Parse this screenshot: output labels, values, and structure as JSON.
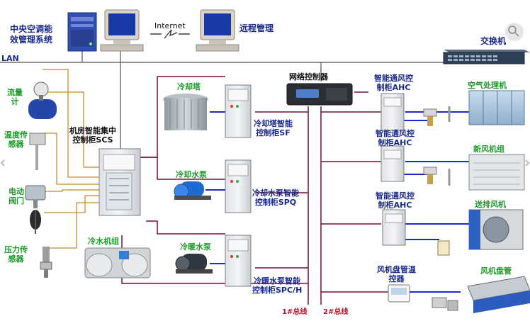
{
  "labels": {
    "central_system": "中央空调能\n效管理系统",
    "internet": "Internet",
    "remote": "远程管理",
    "switch": "交换机",
    "lan": "LAN",
    "flow_meter": "流量\n计",
    "temp_sensor": "温度传\n感器",
    "electric_valve": "电动\n阀门",
    "pressure_sensor": "压力传\n感器",
    "scs": "机房智能集中\n控制柜SCS",
    "cooling_tower": "冷却塔",
    "sf": "冷却塔智能\n控制柜SF",
    "cooling_pump": "冷却水泵",
    "spq": "冷却水泵智能\n控制柜SPQ",
    "chiller": "冷水机组",
    "chilled_pump": "冷暖水泵",
    "spc": "冷暖水泵智能\n控制柜SPC/H",
    "net_controller": "网络控制器",
    "ahc1": "智能通风控\n制柜AHC",
    "ahu": "空气处理机",
    "ahc2": "智能通风控\n制柜AHC",
    "fresh_air": "新风机组",
    "ahc3": "智能通风控\n制柜AHC",
    "exhaust": "送排风机",
    "fcu_ctrl": "风机盘管温\n控器",
    "fcu": "风机盘管",
    "bus1": "1#总线",
    "bus2": "2#总线"
  },
  "colors": {
    "bus_line": "#7a1030",
    "signal_line": "#c88a2a",
    "blue_line": "#1a2cc8",
    "lan_line": "#6a6a6a",
    "label_blue": "#1a2a8c",
    "label_green": "#1e9a2a"
  },
  "icons": {
    "server": "server-tower-icon",
    "monitor": "crt-monitor-icon",
    "switch": "network-switch-icon",
    "zoom": "zoom-in-icon"
  }
}
